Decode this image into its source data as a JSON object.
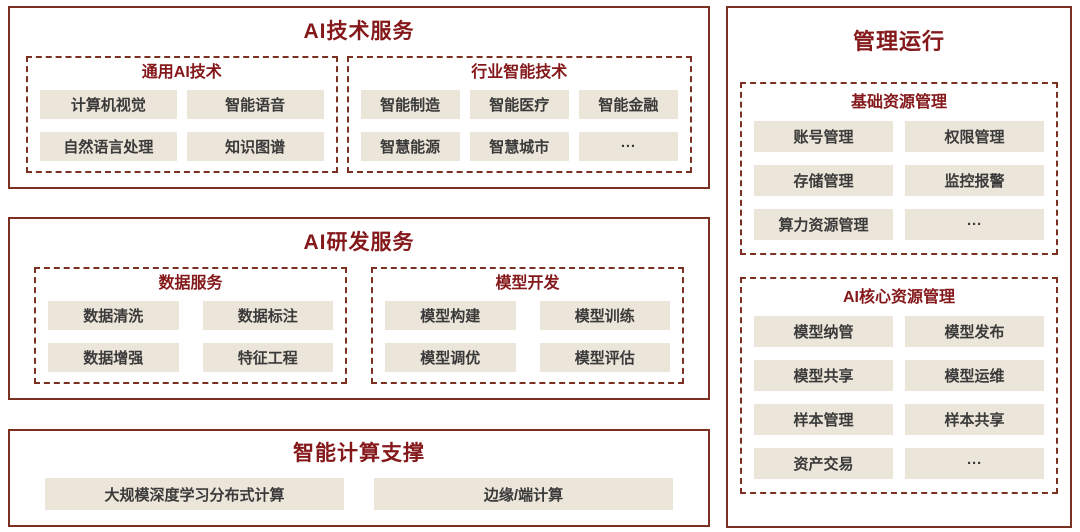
{
  "colors": {
    "border": "#7b3022",
    "title": "#84181a",
    "itemBg": "#ece5d9",
    "itemText": "#3a3a3a"
  },
  "sections": {
    "ai_tech": {
      "title": "AI技术服务",
      "groups": [
        {
          "title": "通用AI技术",
          "items": [
            "计算机视觉",
            "智能语音",
            "自然语言处理",
            "知识图谱"
          ]
        },
        {
          "title": "行业智能技术",
          "items": [
            "智能制造",
            "智能医疗",
            "智能金融",
            "智慧能源",
            "智慧城市",
            "···"
          ]
        }
      ]
    },
    "ai_rd": {
      "title": "AI研发服务",
      "groups": [
        {
          "title": "数据服务",
          "items": [
            "数据清洗",
            "数据标注",
            "数据增强",
            "特征工程"
          ]
        },
        {
          "title": "模型开发",
          "items": [
            "模型构建",
            "模型训练",
            "模型调优",
            "模型评估"
          ]
        }
      ]
    },
    "computing": {
      "title": "智能计算支撑",
      "items": [
        "大规模深度学习分布式计算",
        "边缘/端计算"
      ]
    },
    "management": {
      "title": "管理运行",
      "groups": [
        {
          "title": "基础资源管理",
          "items": [
            "账号管理",
            "权限管理",
            "存储管理",
            "监控报警",
            "算力资源管理",
            "···"
          ]
        },
        {
          "title": "AI核心资源管理",
          "items": [
            "模型纳管",
            "模型发布",
            "模型共享",
            "模型运维",
            "样本管理",
            "样本共享",
            "资产交易",
            "···"
          ]
        }
      ]
    }
  }
}
